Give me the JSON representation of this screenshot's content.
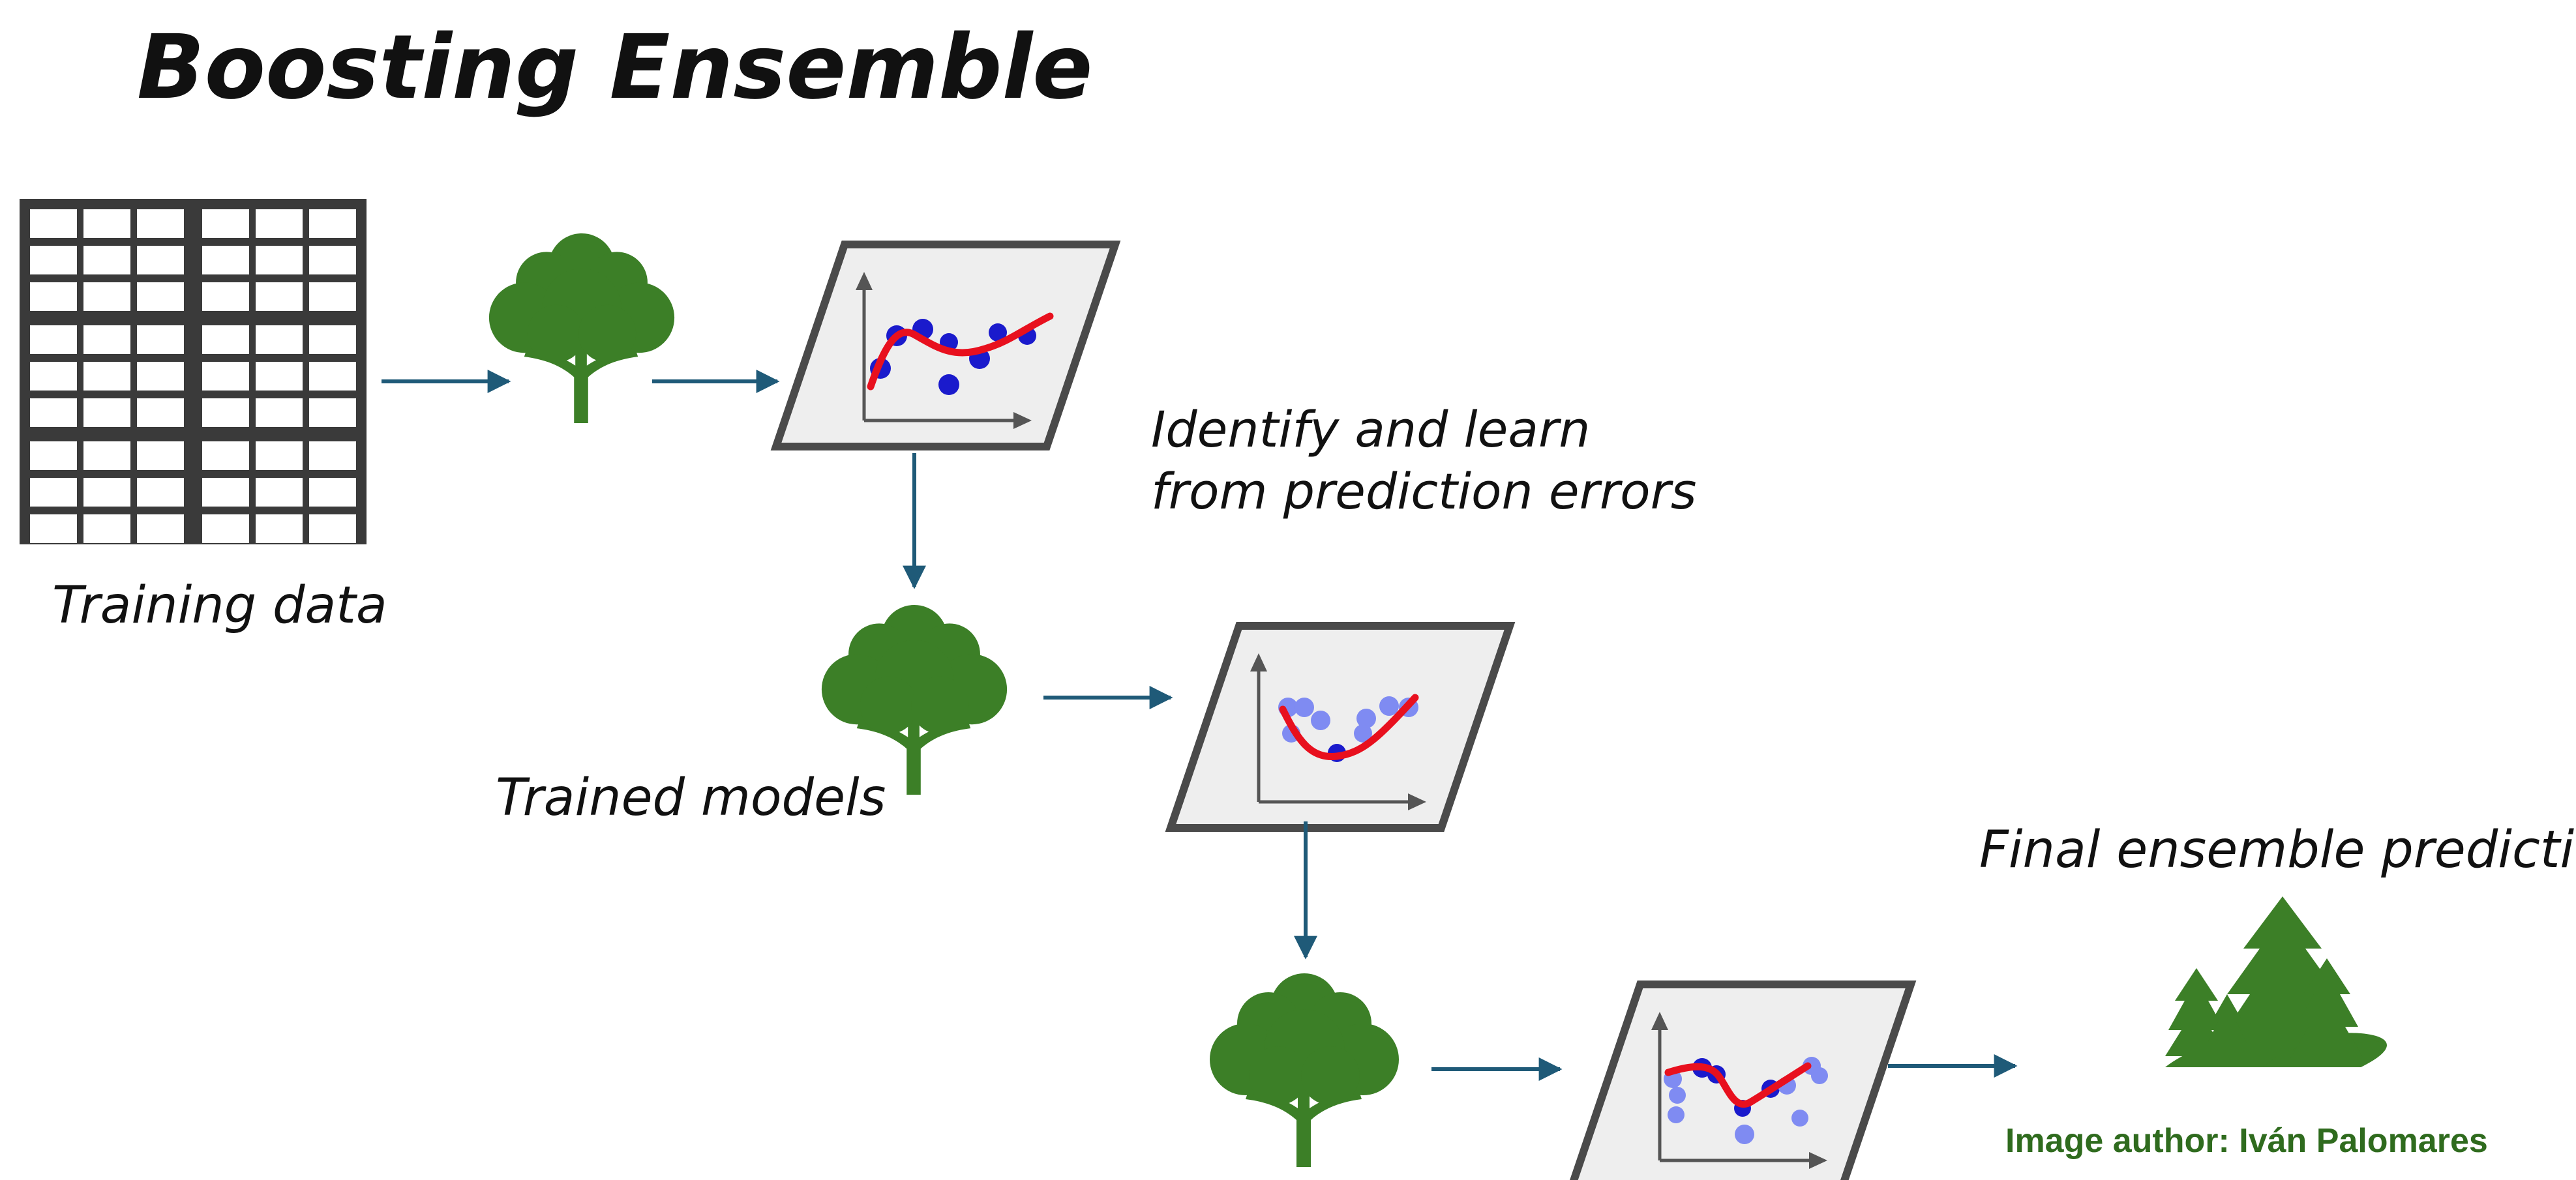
{
  "title": "Boosting Ensemble",
  "labels": {
    "training_data": "Training data",
    "identify_line1": "Identify and learn",
    "identify_line2": "from prediction errors",
    "trained_models": "Trained models",
    "final_prediction": "Final ensemble prediction"
  },
  "credit": "Image author: Iván Palomares",
  "colors": {
    "tree_green": "#3C7F27",
    "arrow_blue": "#1F5A78",
    "grid_dark": "#3A3A3A",
    "fit_line_red": "#E8101E",
    "point_dark_blue": "#1A1ACC",
    "point_light_blue": "#7F8BF2",
    "panel_gray": "#EEEEEE",
    "credit_green": "#2F6B1E"
  },
  "icons": {
    "data": "table-grid-icon",
    "model": "tree-icon",
    "plot": "regression-plot-icon",
    "ensemble": "forest-icon"
  }
}
